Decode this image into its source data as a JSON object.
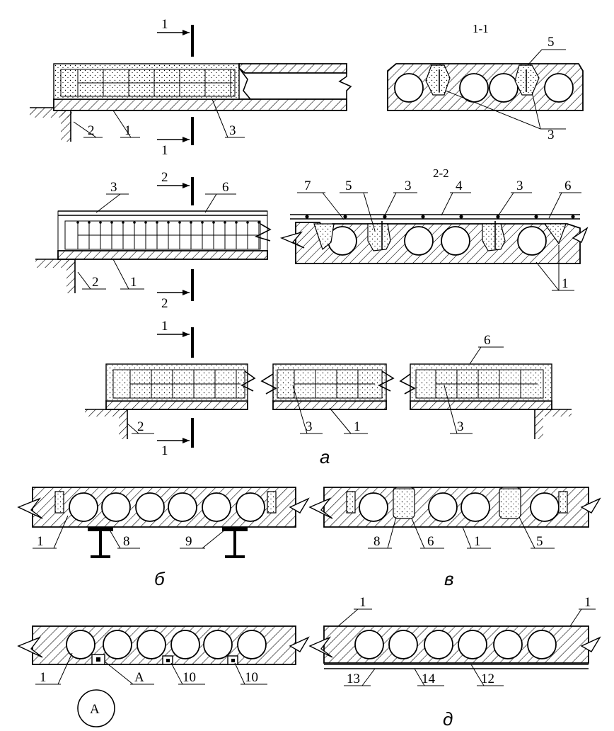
{
  "labels": {
    "n1": "1",
    "n2": "2",
    "n3": "3",
    "n4": "4",
    "n5": "5",
    "n6": "6",
    "n7": "7",
    "n8": "8",
    "n9": "9",
    "n10": "10",
    "n12": "12",
    "n13": "13",
    "n14": "14",
    "A": "A",
    "sec11": "1-1",
    "sec22": "2-2"
  },
  "captions": {
    "a": "а",
    "b": "б",
    "v": "в",
    "d": "д"
  }
}
